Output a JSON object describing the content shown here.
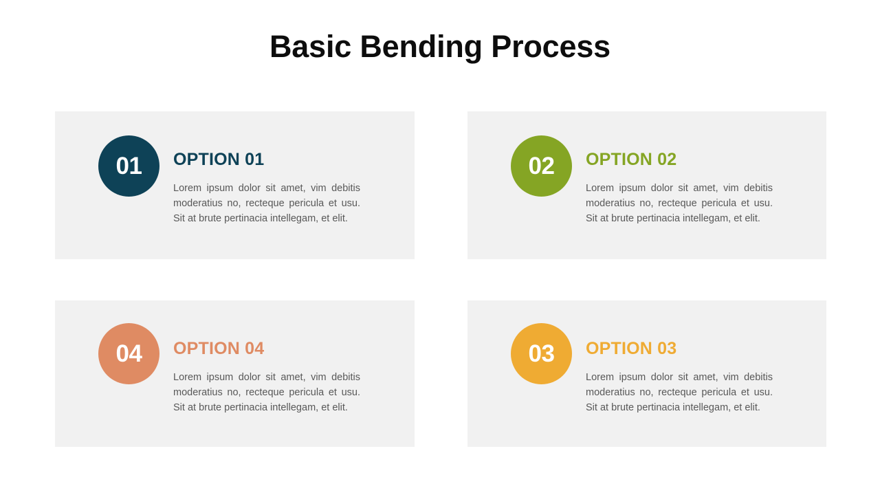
{
  "slide": {
    "title": "Basic Bending Process",
    "background": "#ffffff",
    "card_background": "#f1f1f1",
    "body_text_color": "#585858",
    "title_color": "#0d0d0d"
  },
  "cards": [
    {
      "number": "01",
      "heading": "OPTION 01",
      "body": "Lorem ipsum dolor sit amet, vim debitis moderatius no, recteque pericula et usu. Sit at brute pertinacia intellegam, et elit.",
      "color": "#0e4257"
    },
    {
      "number": "02",
      "heading": "OPTION 02",
      "body": "Lorem ipsum dolor sit amet, vim debitis moderatius no, recteque pericula et usu. Sit at brute pertinacia intellegam, et elit.",
      "color": "#85a524"
    },
    {
      "number": "04",
      "heading": "OPTION 04",
      "body": "Lorem ipsum dolor sit amet, vim debitis moderatius no, recteque pericula et usu. Sit at brute pertinacia intellegam, et elit.",
      "color": "#df8b63"
    },
    {
      "number": "03",
      "heading": "OPTION 03",
      "body": "Lorem ipsum dolor sit amet, vim debitis moderatius no, recteque pericula et usu. Sit at brute pertinacia intellegam, et elit.",
      "color": "#efab33"
    }
  ]
}
